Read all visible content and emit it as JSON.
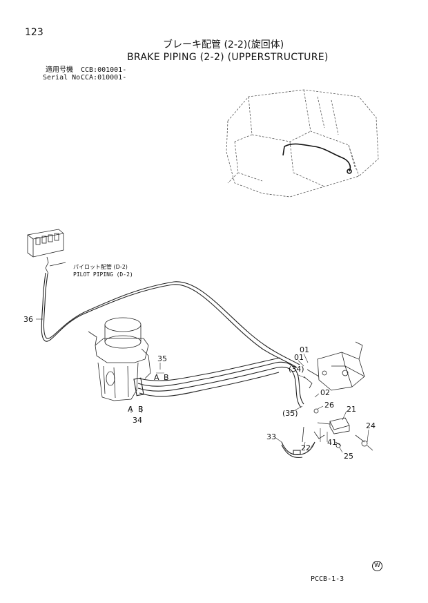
{
  "page": {
    "number": "123",
    "title_jp": "ブレーキ配管 (2-2)(旋回体)",
    "title_en": "BRAKE PIPING (2-2) (UPPERSTRUCTURE)",
    "serial_jp_label": "適用号機",
    "serial_jp_value": "CCB:001001-",
    "serial_en_label": "Serial No.",
    "serial_en_value": "CCA:010001-",
    "footer_code": "PCCB-1-3",
    "w_mark": "W"
  },
  "references": {
    "pilot_jp": "パイロット配管 (D-2)",
    "pilot_en": "PILOT PIPING (D-2)"
  },
  "callouts": {
    "c36": "36",
    "c35": "35",
    "c35a": "A",
    "c35b": "B",
    "c34a": "A",
    "c34b": "B",
    "c34": "34",
    "c01a": "01",
    "c01b": "01",
    "c34p": "(34)",
    "c02": "02",
    "c26": "26",
    "c35p": "(35)",
    "c21": "21",
    "c24": "24",
    "c33": "33",
    "c41": "41",
    "c22": "22",
    "c25": "25"
  }
}
